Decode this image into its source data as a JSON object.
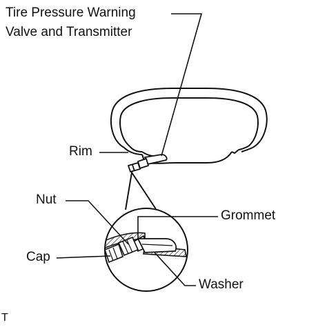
{
  "labels": {
    "title_line1": "Tire Pressure Warning",
    "title_line2": "Valve and Transmitter",
    "rim": "Rim",
    "nut": "Nut",
    "grommet": "Grommet",
    "cap": "Cap",
    "washer": "Washer",
    "code": "T"
  },
  "colors": {
    "line": "#111111",
    "background": "#ffffff"
  }
}
